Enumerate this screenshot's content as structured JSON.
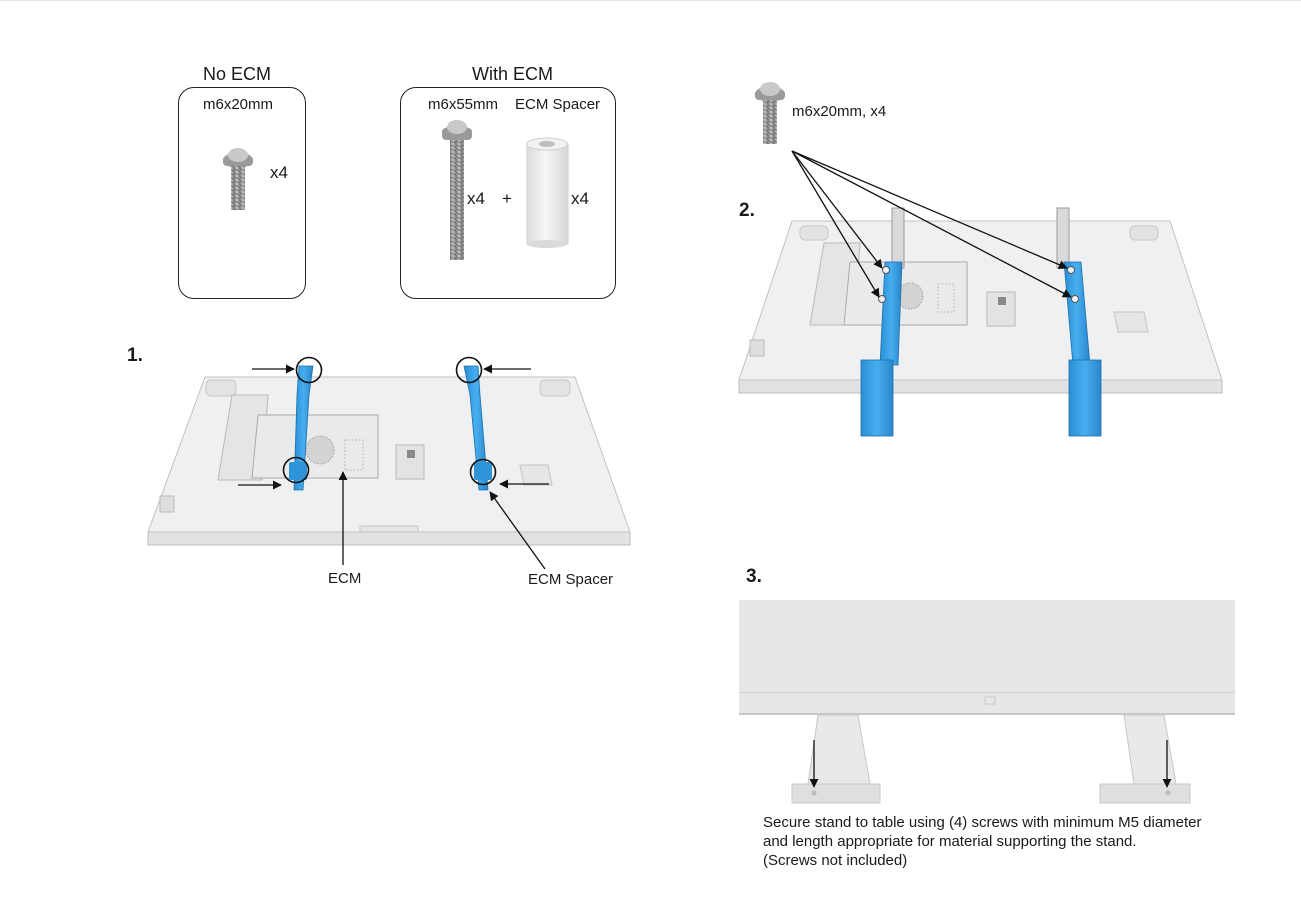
{
  "screws_panel": {
    "no_ecm": {
      "heading": "No ECM",
      "screw_label": "m6x20mm",
      "qty": "x4"
    },
    "with_ecm": {
      "heading": "With ECM",
      "screw_label": "m6x55mm",
      "spacer_label": "ECM Spacer",
      "screw_qty": "x4",
      "plus": "+",
      "spacer_qty": "x4"
    }
  },
  "step1": {
    "number": "1.",
    "callout_ecm": "ECM",
    "callout_spacer": "ECM Spacer"
  },
  "step2": {
    "number": "2.",
    "screw_label": "m6x20mm, x4"
  },
  "step3": {
    "number": "3.",
    "note_lines": [
      "Secure stand to table using (4) screws with minimum M5 diameter",
      "and length appropriate for material supporting the stand.",
      "(Screws not included)"
    ]
  },
  "colors": {
    "bracket_blue": "#3aa0e0",
    "outline": "#222222",
    "panel_grey": "#e6e7e8"
  }
}
